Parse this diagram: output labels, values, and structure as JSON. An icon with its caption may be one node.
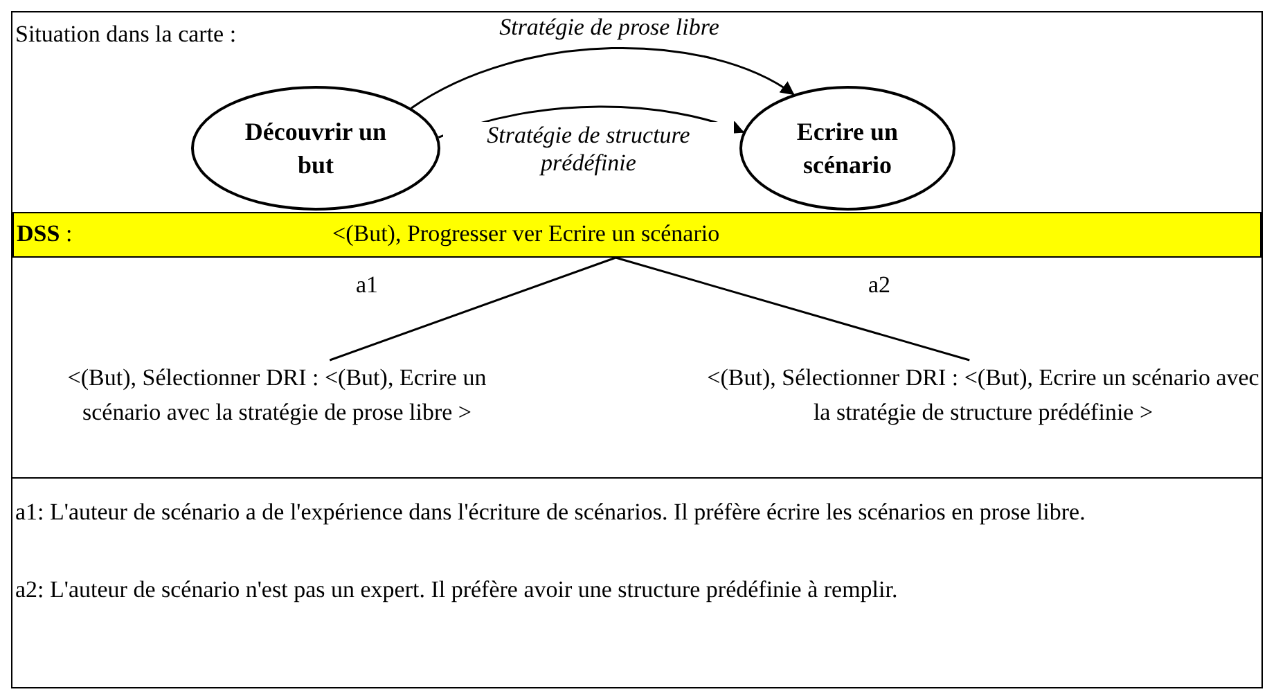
{
  "diagram": {
    "nodes": [
      {
        "text": [
          "Découvrir un but"
        ]
      },
      {
        "text": [
          "Ecrire un scénario"
        ]
      },
      {
        "text": [
          "**DSS** :",
          "<(But), Progresser ver Ecrire un scénario"
        ]
      },
      {
        "text": [
          "<(But), Sélectionner DRI : <(But), Ecrire un scénario avec la stratégie de prose libre >"
        ]
      },
      {
        "text": [
          "<(But), Sélectionner DRI : <(But), Ecrire un scénario avec la stratégie de structure prédéfinie >"
        ]
      }
    ],
    "edges": [
      {
        "from": 0,
        "to": 1,
        "arrow": "to",
        "label": "Stratégie de prose libre"
      },
      {
        "from": 0,
        "to": 1,
        "arrow": "to",
        "label": "Stratégie de structure prédéfinie"
      },
      {
        "from": 2,
        "to": 3,
        "arrow": "none",
        "label": "a1"
      },
      {
        "from": 2,
        "to": 4,
        "arrow": "none",
        "label": "a2"
      }
    ],
    "labels": [
      "Situation dans la carte :",
      "a1: L'auteur de scénario a de l'expérience dans l'écriture de scénarios. Il préfère écrire les scénarios en prose libre.",
      "a2: L'auteur de scénario n'est pas un expert. Il préfère avoir une structure prédéfinie à remplir."
    ]
  }
}
